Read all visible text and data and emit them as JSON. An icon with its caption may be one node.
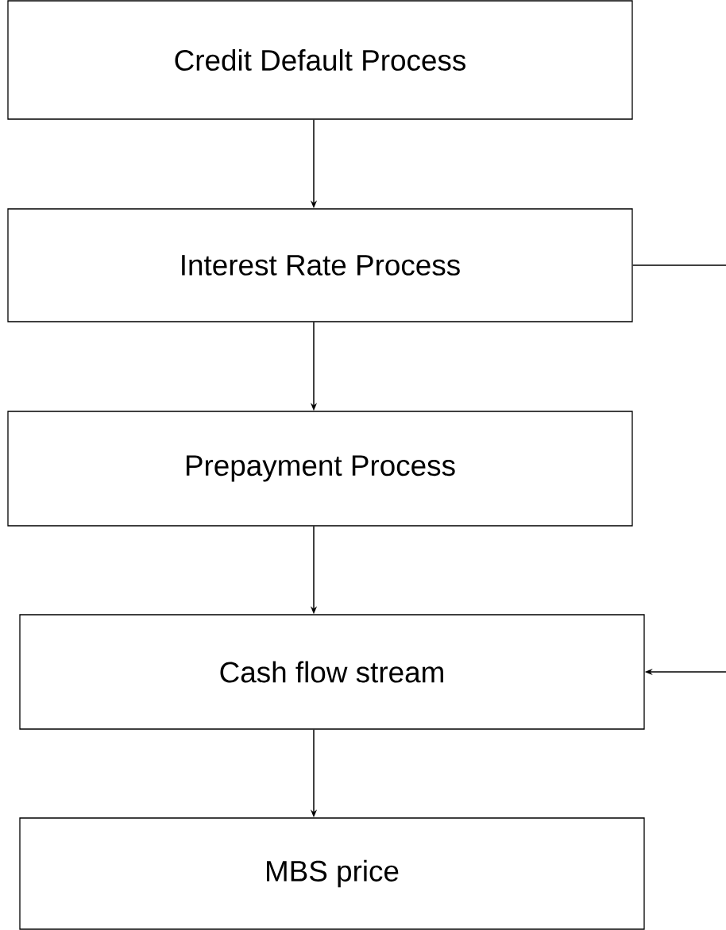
{
  "diagram": {
    "nodes": [
      {
        "text": [
          "Credit Default Process"
        ]
      },
      {
        "text": [
          "Interest Rate Process"
        ]
      },
      {
        "text": [
          "Prepayment Process"
        ]
      },
      {
        "text": [
          "Cash flow stream"
        ]
      },
      {
        "text": [
          "MBS price"
        ]
      }
    ],
    "edges": [
      {
        "from": 0,
        "to": 1,
        "arrow": "to"
      },
      {
        "from": 1,
        "to": 2,
        "arrow": "to"
      },
      {
        "from": 2,
        "to": 3,
        "arrow": "to"
      },
      {
        "from": 3,
        "to": 4,
        "arrow": "to"
      },
      {
        "from": 1,
        "to": null,
        "arrow": "none"
      },
      {
        "from": null,
        "to": 3,
        "arrow": "to"
      }
    ]
  }
}
